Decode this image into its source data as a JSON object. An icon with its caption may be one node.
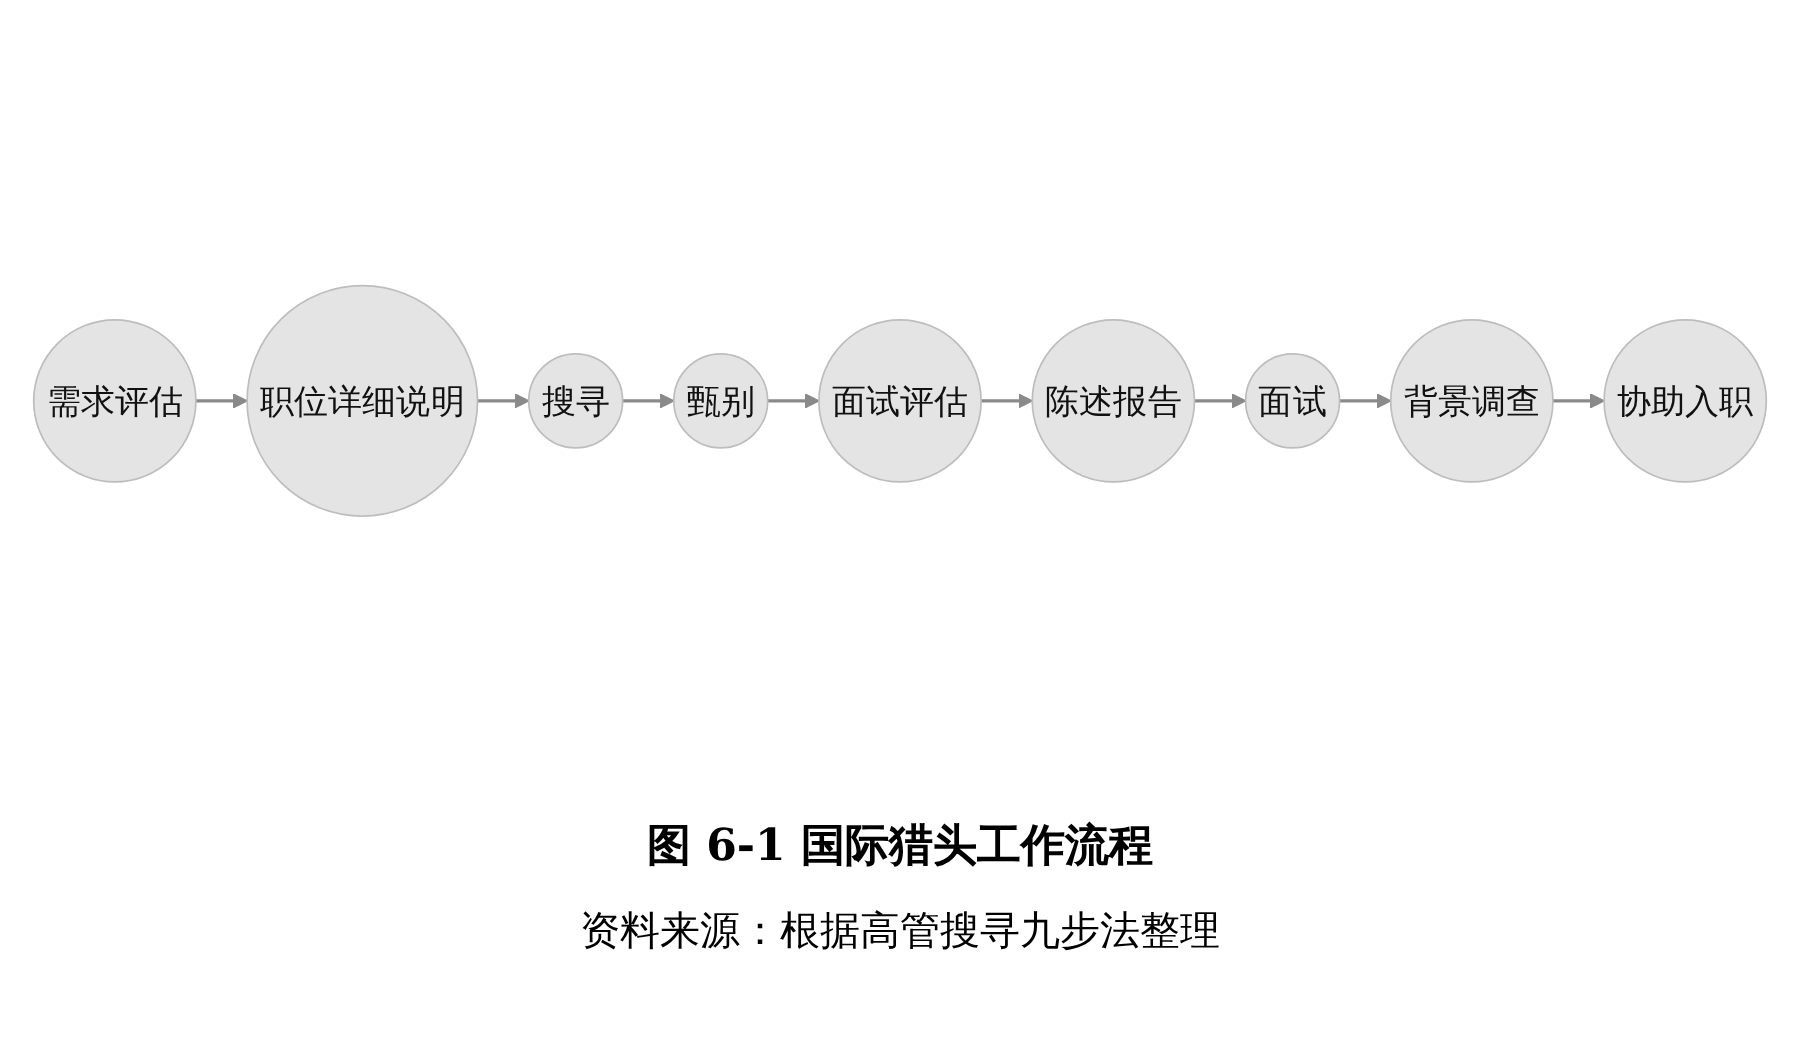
{
  "diagram": {
    "title": "图 6-1 国际猎头工作流程",
    "caption": "资料来源：根据高管搜寻九步法整理",
    "nodes": [
      {
        "text": [
          "需求评估"
        ]
      },
      {
        "text": [
          "职位详细说明"
        ]
      },
      {
        "text": [
          "搜寻"
        ]
      },
      {
        "text": [
          "甄别"
        ]
      },
      {
        "text": [
          "面试评估"
        ]
      },
      {
        "text": [
          "陈述报告"
        ]
      },
      {
        "text": [
          "面试"
        ]
      },
      {
        "text": [
          "背景调查"
        ]
      },
      {
        "text": [
          "协助入职"
        ]
      }
    ],
    "edges": [
      {
        "from": 0,
        "to": 1,
        "arrow": "to"
      },
      {
        "from": 1,
        "to": 2,
        "arrow": "to"
      },
      {
        "from": 2,
        "to": 3,
        "arrow": "to"
      },
      {
        "from": 3,
        "to": 4,
        "arrow": "to"
      },
      {
        "from": 4,
        "to": 5,
        "arrow": "to"
      },
      {
        "from": 5,
        "to": 6,
        "arrow": "to"
      },
      {
        "from": 6,
        "to": 7,
        "arrow": "to"
      },
      {
        "from": 7,
        "to": 8,
        "arrow": "to"
      }
    ]
  }
}
